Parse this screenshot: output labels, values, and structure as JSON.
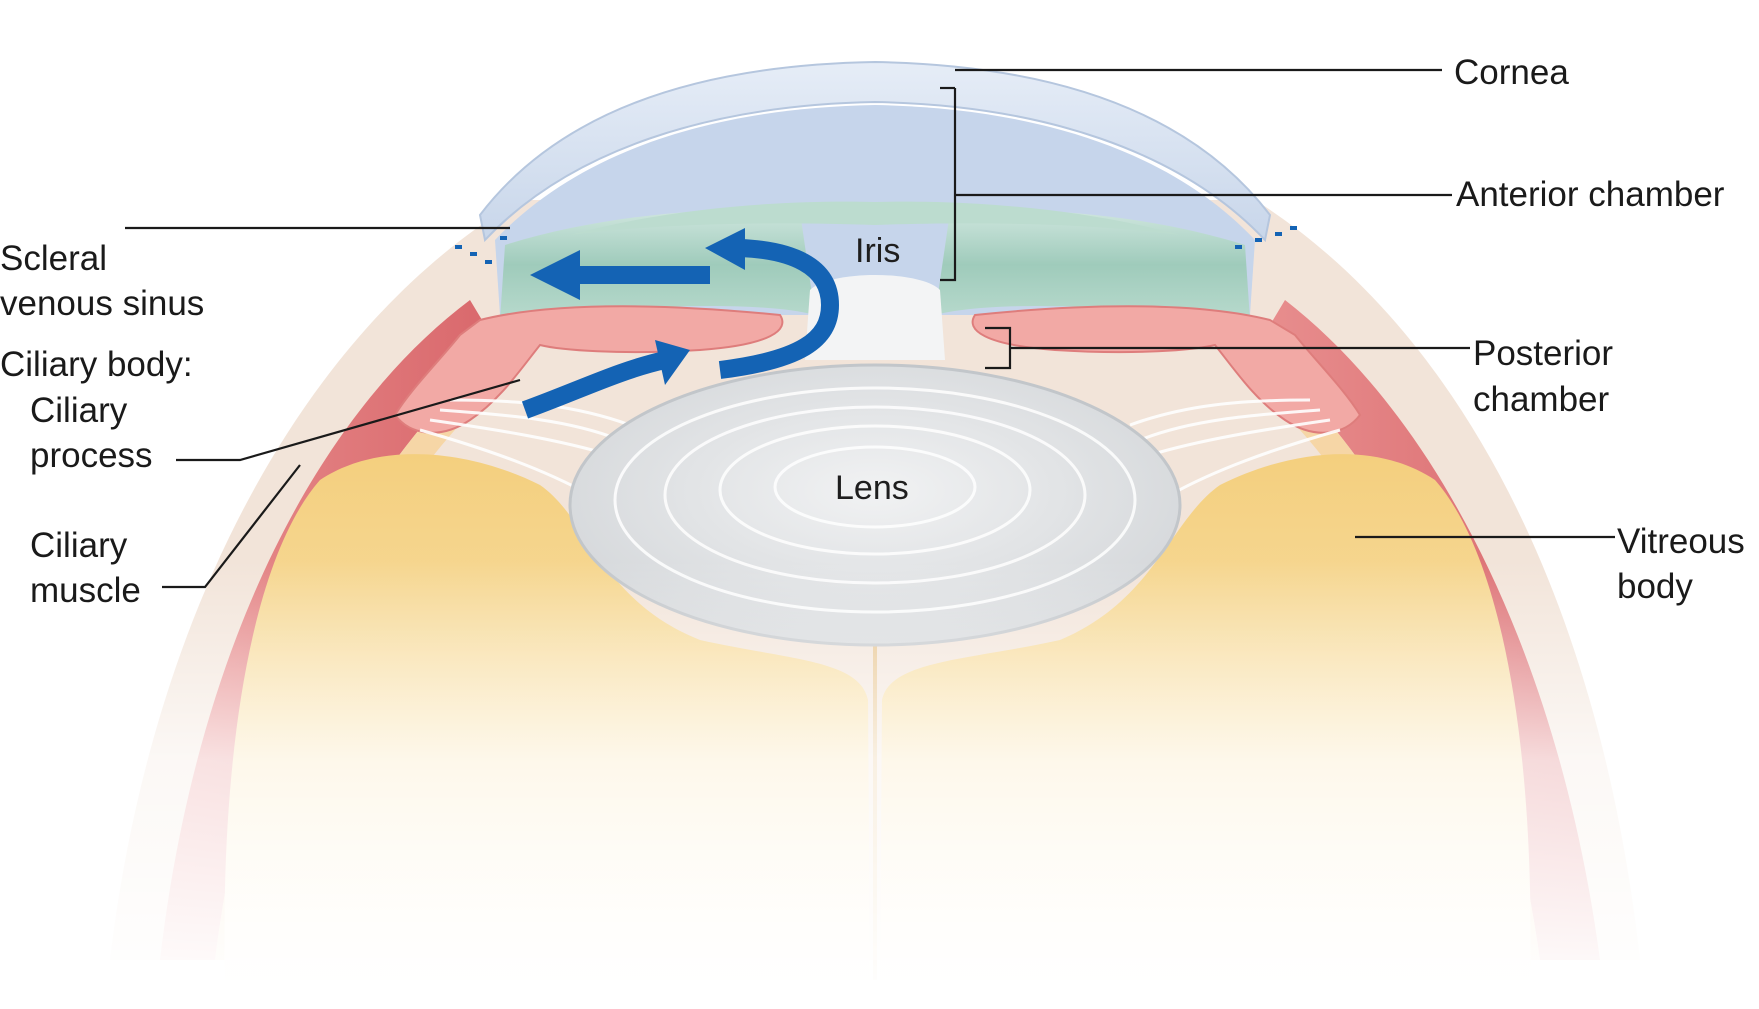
{
  "labels": {
    "cornea": "Cornea",
    "anterior_chamber": "Anterior chamber",
    "iris": "Iris",
    "scleral_line1": "Scleral",
    "scleral_line2": "venous sinus",
    "ciliary_body": "Ciliary body:",
    "ciliary_process_line1": "Ciliary",
    "ciliary_process_line2": "process",
    "ciliary_muscle_line1": "Ciliary",
    "ciliary_muscle_line2": "muscle",
    "posterior_line1": "Posterior",
    "posterior_line2": "chamber",
    "lens": "Lens",
    "vitreous_line1": "Vitreous",
    "vitreous_line2": "body"
  },
  "colors": {
    "sclera": "#f2e3d8",
    "ciliary_muscle": "#dd7478",
    "ciliary_tissue": "#f2a7a4",
    "cornea": "#d6e1f0",
    "anterior_chamber": "#c4d3ea",
    "iris": "#a9d2c4",
    "lens": "#dfe1e3",
    "vitreous": "#f2c773",
    "flow_arrow": "#1463b4",
    "leader_line": "#1a1a1a"
  }
}
